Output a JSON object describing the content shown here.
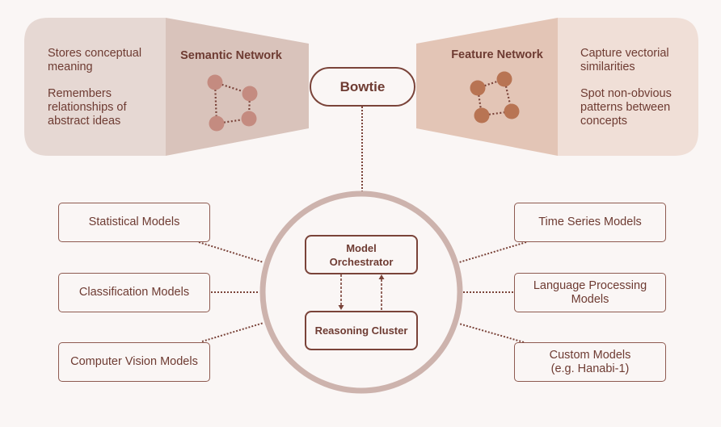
{
  "colors": {
    "background": "#faf6f5",
    "text": "#6e3b32",
    "semantic_panel": "#e6d8d3",
    "semantic_trapezoid": "#d9c3bb",
    "semantic_node": "#c48b80",
    "feature_panel": "#f0dfd7",
    "feature_trapezoid": "#e3c5b6",
    "feature_node": "#b87453",
    "ring": "#cdb3ad",
    "connector": "#7a4339"
  },
  "semantic_network": {
    "title": "Semantic Network",
    "descriptions": [
      "Stores conceptual meaning",
      "Remembers relationships of abstract ideas"
    ],
    "icon": "semantic-graph-icon"
  },
  "feature_network": {
    "title": "Feature Network",
    "descriptions": [
      "Capture vectorial similarities",
      "Spot non-obvious patterns between concepts"
    ],
    "icon": "feature-graph-icon"
  },
  "bowtie": {
    "label": "Bowtie"
  },
  "core": {
    "orchestrator": "Model Orchestrator",
    "reasoning": "Reasoning Cluster"
  },
  "left_models": [
    {
      "label": "Statistical Models"
    },
    {
      "label": "Classification Models"
    },
    {
      "label": "Computer Vision Models"
    }
  ],
  "right_models": [
    {
      "label": "Time Series Models"
    },
    {
      "label": "Language Processing Models"
    },
    {
      "label": "Custom Models (e.g. Hanabi-1)"
    }
  ]
}
